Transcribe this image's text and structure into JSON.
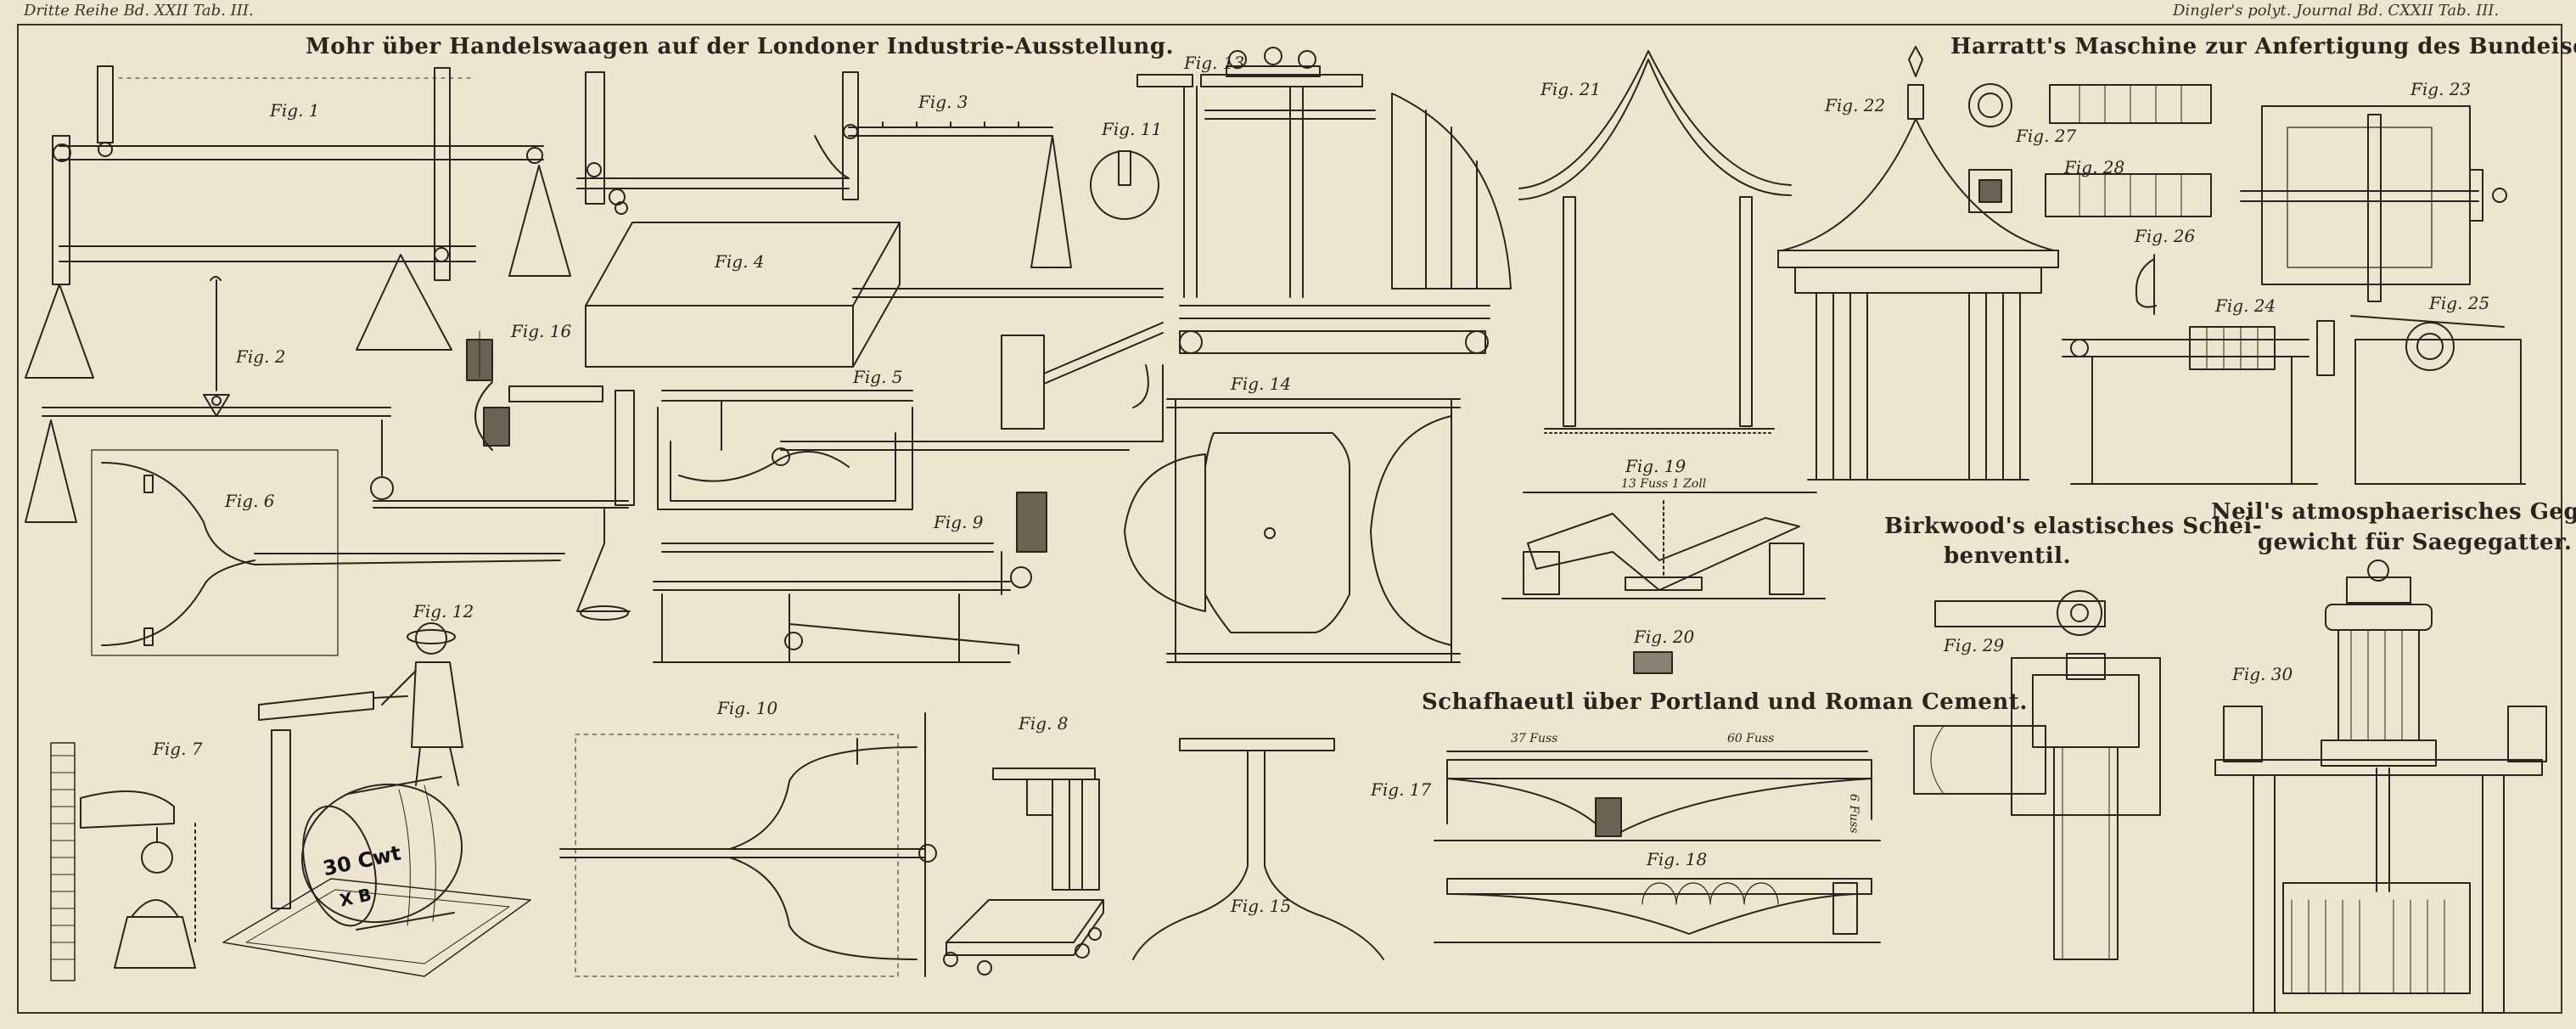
{
  "header": {
    "left": "Dritte Reihe Bd. XXII Tab. III.",
    "right": "Dingler's polyt. Journal Bd. CXXII Tab. III."
  },
  "titles": {
    "mohr": "Mohr über Handelswaagen auf der Londoner Industrie-Ausstellung.",
    "harratt": "Harratt's Maschine zur Anfertigung des Bundeisens.",
    "birkwood_1": "Birkwood's elastisches Schei-",
    "birkwood_2": "benventil.",
    "neil_1": "Neil's atmosphaerisches Gegen-",
    "neil_2": "gewicht für Saegegatter.",
    "schafhaeutl": "Schafhaeutl über Portland und Roman Cement."
  },
  "figures": {
    "f1": "Fig. 1",
    "f2": "Fig. 2",
    "f3": "Fig. 3",
    "f4": "Fig. 4",
    "f5": "Fig. 5",
    "f6": "Fig. 6",
    "f7": "Fig. 7",
    "f8": "Fig. 8",
    "f9": "Fig. 9",
    "f10": "Fig. 10",
    "f11": "Fig. 11",
    "f12": "Fig. 12",
    "f13": "Fig. 13",
    "f14": "Fig. 14",
    "f15": "Fig. 15",
    "f16": "Fig. 16",
    "f17": "Fig. 17",
    "f18": "Fig. 18",
    "f19": "Fig. 19",
    "f20": "Fig. 20",
    "f21": "Fig. 21",
    "f22": "Fig. 22",
    "f23": "Fig. 23",
    "f24": "Fig. 24",
    "f25": "Fig. 25",
    "f26": "Fig. 26",
    "f27": "Fig. 27",
    "f28": "Fig. 28",
    "f29": "Fig. 29",
    "f30": "Fig. 30"
  },
  "dimensions": {
    "fig19_span": "13 Fuss 1 Zoll",
    "fig17_left": "37 Fuss",
    "fig17_right": "60 Fuss",
    "fig17_height": "6 Fuss"
  },
  "cask": {
    "line1": "30 Cwt",
    "line2": "X B"
  }
}
